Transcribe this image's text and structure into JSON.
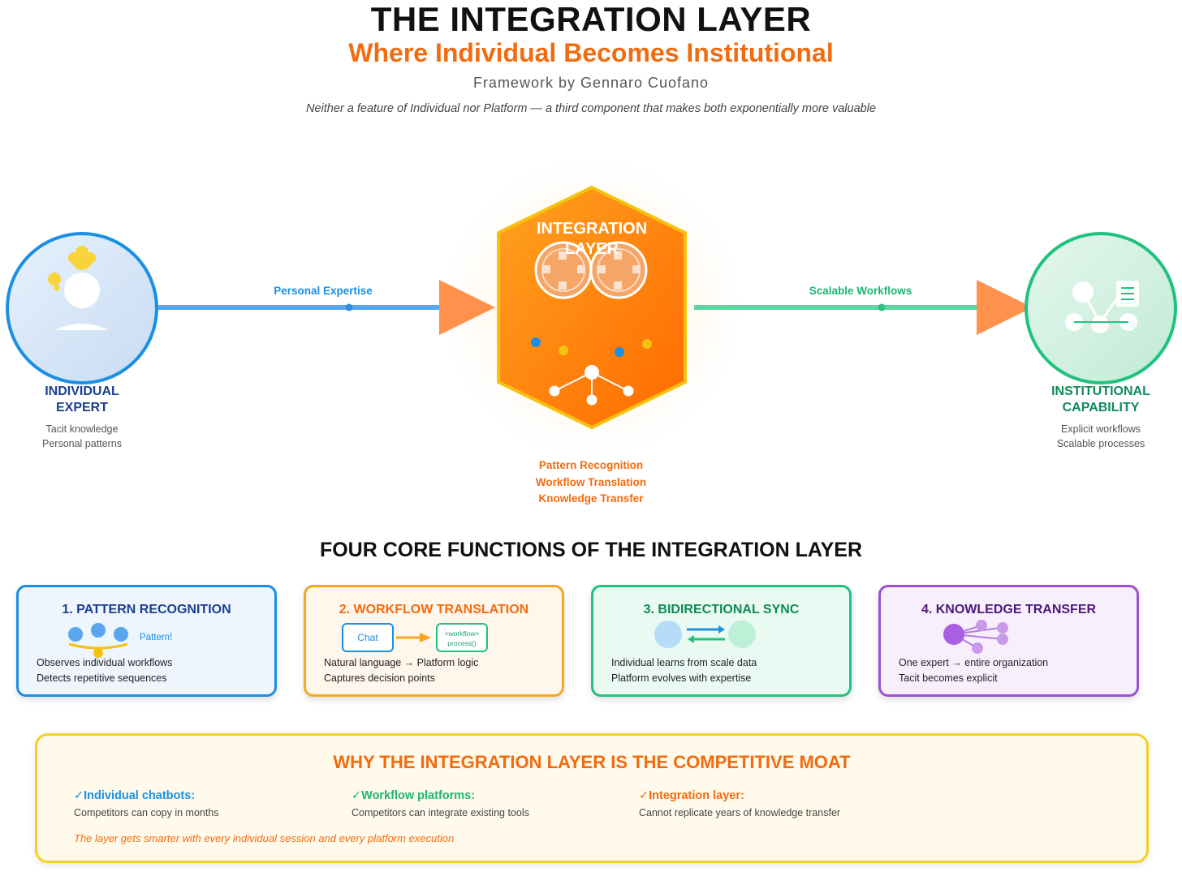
{
  "header": {
    "title": "THE INTEGRATION LAYER",
    "subtitle": "Where Individual Becomes Institutional",
    "byline": "Framework by Gennaro Cuofano",
    "tagline": "Neither a feature of Individual nor Platform — a third component that makes both exponentially more valuable"
  },
  "diagram": {
    "left_node": {
      "icon": "expert-person-icon",
      "label_line1": "INDIVIDUAL",
      "label_line2": "EXPERT",
      "desc_line1": "Tacit knowledge",
      "desc_line2": "Personal patterns"
    },
    "left_arrow_label": "Personal Expertise",
    "center_node": {
      "label_line1": "INTEGRATION",
      "label_line2": "LAYER",
      "icon": "network-hub-icon",
      "desc_line1": "Pattern Recognition",
      "desc_line2": "Workflow Translation",
      "desc_line3": "Knowledge Transfer"
    },
    "right_arrow_label": "Scalable Workflows",
    "right_node": {
      "icon": "workflow-document-icon",
      "label_line1": "INSTITUTIONAL",
      "label_line2": "CAPABILITY",
      "desc_line1": "Explicit workflows",
      "desc_line2": "Scalable processes"
    }
  },
  "functions": {
    "heading": "FOUR CORE FUNCTIONS OF THE INTEGRATION LAYER",
    "cards": [
      {
        "title": "1. PATTERN RECOGNITION",
        "icon_label": "Pattern!",
        "line1": "Observes individual workflows",
        "line2": "Detects repetitive sequences"
      },
      {
        "title": "2. WORKFLOW TRANSLATION",
        "chat_label": "Chat",
        "code_line1": "<workflow>",
        "code_line2": "process()",
        "line1": "Natural language → Platform logic",
        "line2": "Captures decision points"
      },
      {
        "title": "3. BIDIRECTIONAL SYNC",
        "line1": "Individual learns from scale data",
        "line2": "Platform evolves with expertise"
      },
      {
        "title": "4. KNOWLEDGE TRANSFER",
        "line1": "One expert → entire organization",
        "line2": "Tacit becomes explicit"
      }
    ]
  },
  "moat": {
    "title": "WHY THE INTEGRATION LAYER IS THE COMPETITIVE MOAT",
    "items": [
      {
        "check": "✓",
        "label": "Individual chatbots:",
        "text": "Competitors can copy in months"
      },
      {
        "check": "✓",
        "label": "Workflow platforms:",
        "text": "Competitors can integrate existing tools"
      },
      {
        "check": "✓",
        "label": "Integration layer:",
        "text": "Cannot replicate years of knowledge transfer"
      }
    ],
    "footer": "The layer gets smarter with every individual session and every platform execution"
  },
  "colors": {
    "blue": "#1a8fe3",
    "green": "#1fc27e",
    "orange": "#f26b0f",
    "yellow": "#f5d020",
    "purple": "#8e44ad",
    "navy": "#1a3f8f"
  }
}
